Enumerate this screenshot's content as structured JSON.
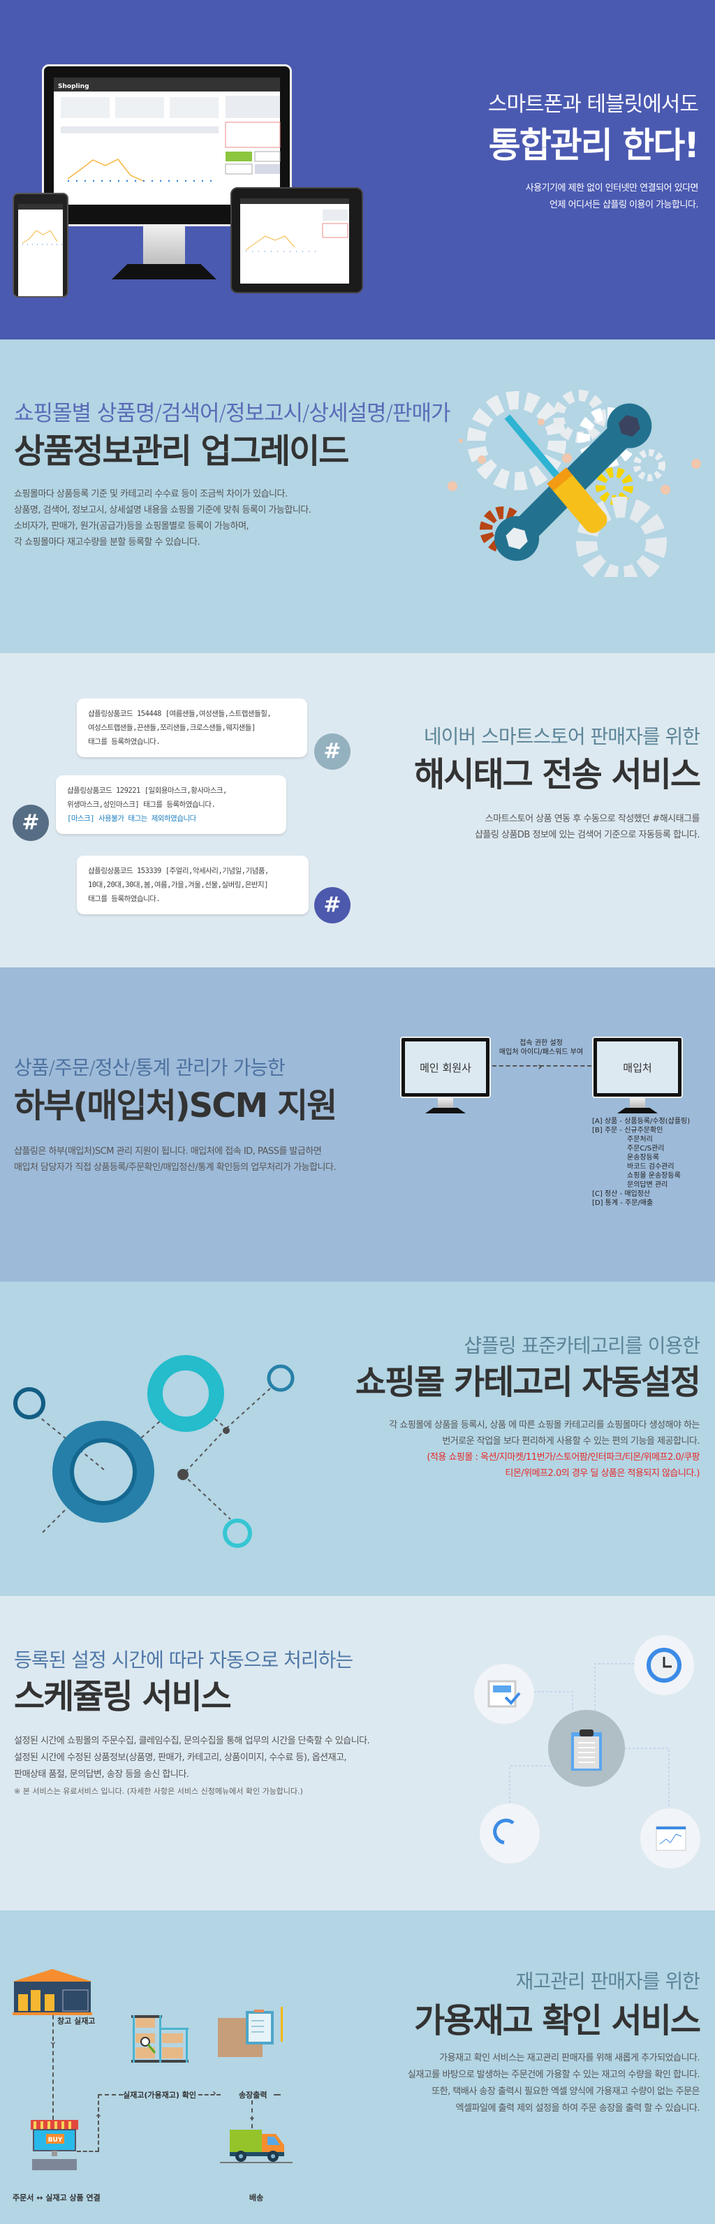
{
  "hero": {
    "subtitle": "스마트폰과 테블릿에서도",
    "title": "통합관리 한다!",
    "desc_lines": [
      "사용기기에 제한 없이 인터넷만 연결되어  있다면",
      "언제 어디서든 샵플링 이용이 가능합니다."
    ],
    "device_brand": "Shopling"
  },
  "product_info": {
    "subtitle": "쇼핑몰별 상품명/검색어/정보고시/상세설명/판매가",
    "title": "상품정보관리 업그레이드",
    "desc_lines": [
      "쇼핑몰마다 상품등록 기준 및 카테고리 수수료 등이 조금씩 차이가 있습니다.",
      "상품명, 검색어, 정보고시, 상세설명 내용을 쇼핑몰 기준에 맞춰 등록이 가능합니다.",
      "소비자가, 판매가, 원가(공급가)등을 쇼핑몰별로 등록이 가능하며,",
      " 각 쇼핑몰마다 재고수량을 분할 등록할 수 있습니다."
    ]
  },
  "hashtag": {
    "subtitle": "네이버 스마트스토어 판매자를 위한",
    "title": "해시태그 전송 서비스",
    "desc_lines": [
      "스마트스토어 상품 연동 후 수동으로 작성했던 #해시태그를",
      "샵플링 상품DB 정보에 있는 검색어 기준으로 자동등록 합니다."
    ],
    "hash_symbol": "#",
    "bubbles": [
      {
        "lines": [
          "샵플링상품코드 154448 [여름샌들,여성샌들,스트랩샌들힐,",
          "여성스트랩샌들,끈샌들,쪼리샌들,크로스샌들,웨지샌들]",
          "태그를 등록하였습니다."
        ],
        "note": ""
      },
      {
        "lines": [
          "샵플링상품코드 129221 [일회용마스크,황사마스크,",
          "위생마스크,성인마스크] 태그를 등록하였습니다."
        ],
        "note": "[마스크] 사용불가 태그는 제외하였습니다"
      },
      {
        "lines": [
          "샵플링상품코드 153339 [주얼리,악세사리,기념일,기념품,",
          "10대,20대,30대,봄,여름,가을,겨울,선물,실버링,은반지]",
          "태그를 등록하였습니다."
        ],
        "note": ""
      }
    ],
    "colors": {
      "hash1": "#94b1c0",
      "hash2": "#566e85",
      "hash3": "#4c59ad"
    }
  },
  "scm": {
    "subtitle": "상품/주문/정산/통계 관리가 가능한",
    "title": "하부(매입처)SCM 지원",
    "desc_lines": [
      "샵플링은 하부(매입처)SCM 관리 지원이 됩니다. 매입처에 접속 ID, PASS를 발급하면",
      "매입처 담당자가 직접 상품등록/주문확인/매입정산/통계 확인등의 업무처리가 가능합니다."
    ],
    "main_label": "메인 회원사",
    "vendor_label": "매입처",
    "arrow_note": [
      "접속 권한 설정",
      "매입처 아이디/패스워드 부여"
    ],
    "functions": [
      "[A] 상품 - 상품등록/수정(샵플링)",
      "[B] 주문 - 신규주문확인",
      "주문처리",
      "주문C/S관리",
      "운송장등록",
      "바코드 검수관리",
      "쇼핑몰 운송장등록",
      "문의답변 관리",
      "[C] 정산 - 매입정산",
      "[D] 통계 - 주문/매출"
    ]
  },
  "category": {
    "subtitle": "샵플링 표준카테고리를 이용한",
    "title": "쇼핑몰 카테고리 자동설정",
    "desc_lines": [
      "각 쇼핑몰에 상품을 등록시, 상품 에 따른 쇼핑몰 카테고리를 쇼핑몰마다 생성해야 하는",
      "번거로운 작업을 보다 편리하게 사용할 수 있는 편의 기능을 제공합니다."
    ],
    "red_lines": [
      "(적용 쇼핑몰 : 옥션/지마켓/11번가/스토어팜/인터파크/티몬/위메프2.0/쿠팡",
      "티몬/위메프2.0의 경우 딜 상품은 적용되지 않습니다.)"
    ]
  },
  "scheduling": {
    "subtitle": "등록된 설정 시간에 따라 자동으로 처리하는",
    "title": "스케쥴링 서비스",
    "desc_lines": [
      "설정된 시간에 쇼핑몰의 주문수집, 클레임수집, 문의수집을 통해 업무의 시간을 단축할 수 있습니다.",
      "설정된 시간에 수정된 상품정보(상품명, 판매가, 카테고리, 상품이미지, 수수료 등), 옵션재고,",
      "판매상태 품절, 문의답변, 송장 등을 송신 합니다."
    ],
    "note": "※ 본 서비스는 유료서비스 입니다. (자세한 사항은 서비스 신청메뉴에서 확인 가능합니다.)"
  },
  "inventory": {
    "subtitle": "재고관리 판매자를 위한",
    "title": "가용재고 확인 서비스",
    "desc_lines": [
      "가용재고 확인 서비스는 재고관리 판매자를 위해 새롭게 추가되었습니다.",
      "실재고를 바탕으로 발생하는 주문건에 가용할 수 있는 재고의 수량을 확인 합니다.",
      "또한, 택배사 송장 출력시 필요한 엑셀 양식에 가용재고 수량이 없는 주문은",
      "엑셀파일에 출력 제외 설정을 하여 주문 송장을 출력 할 수 있습니다."
    ],
    "flow": {
      "warehouse": "창고 실재고",
      "order_link": "주문서 ↔ 실재고 상품 연결",
      "buy": "BUY",
      "check": "실재고(가용재고) 확인",
      "invoice": "송장출력",
      "delivery": "배송"
    }
  }
}
